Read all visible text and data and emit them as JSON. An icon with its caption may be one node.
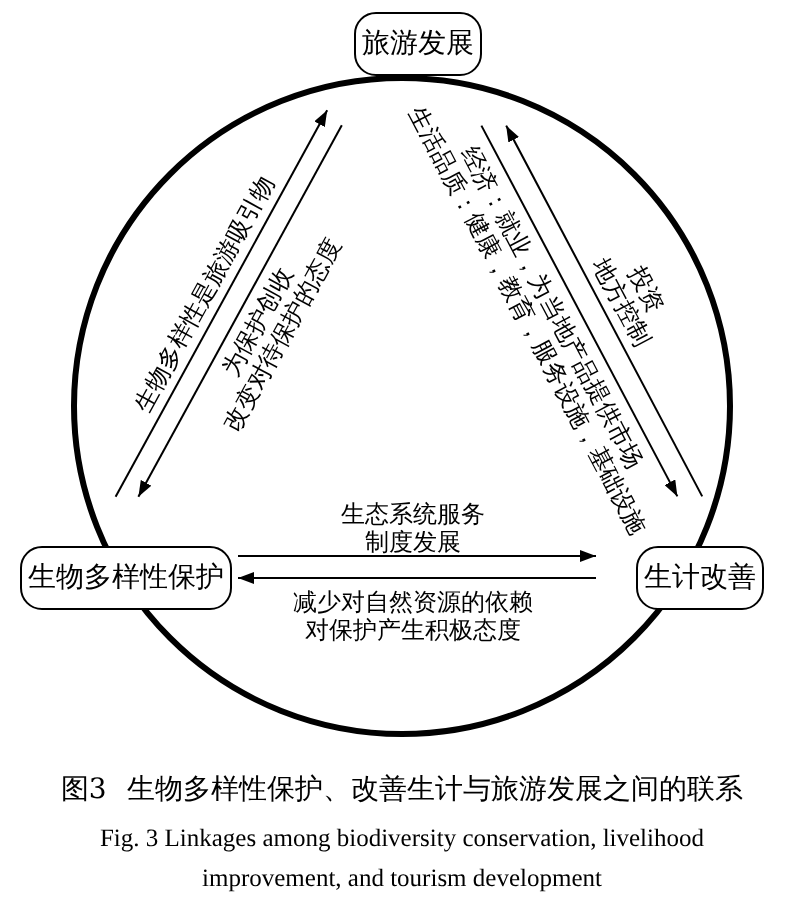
{
  "diagram": {
    "caption": "图3 生物多样性保护、改善生计与旅游发展之间的联系",
    "nodes": [
      {
        "text": [
          "旅游发展"
        ]
      },
      {
        "text": [
          "生物多样性保护"
        ]
      },
      {
        "text": [
          "生计改善"
        ]
      }
    ],
    "edges": [
      {
        "from": 1,
        "to": 0,
        "arrow": "to",
        "label": "生物多样性是旅游吸引物"
      },
      {
        "from": 0,
        "to": 1,
        "arrow": "to",
        "label": "为保护创收改变对待保护的态度"
      },
      {
        "from": 0,
        "to": 2,
        "arrow": "to",
        "label": "经济：就业，为当地产品提供市场生活品质：健康，教育，服务设施，基础设施"
      },
      {
        "from": 2,
        "to": 0,
        "arrow": "to",
        "label": "投资地方控制"
      },
      {
        "from": 1,
        "to": 2,
        "arrow": "to",
        "label": "生态系统服务制度发展"
      },
      {
        "from": 2,
        "to": 1,
        "arrow": "to",
        "label": "减少对自然资源的依赖对保护产生积极态度"
      }
    ],
    "labels": [
      "Fig. 3 Linkages among biodiversity conservation, livelihood improvement, and tourism development"
    ]
  }
}
